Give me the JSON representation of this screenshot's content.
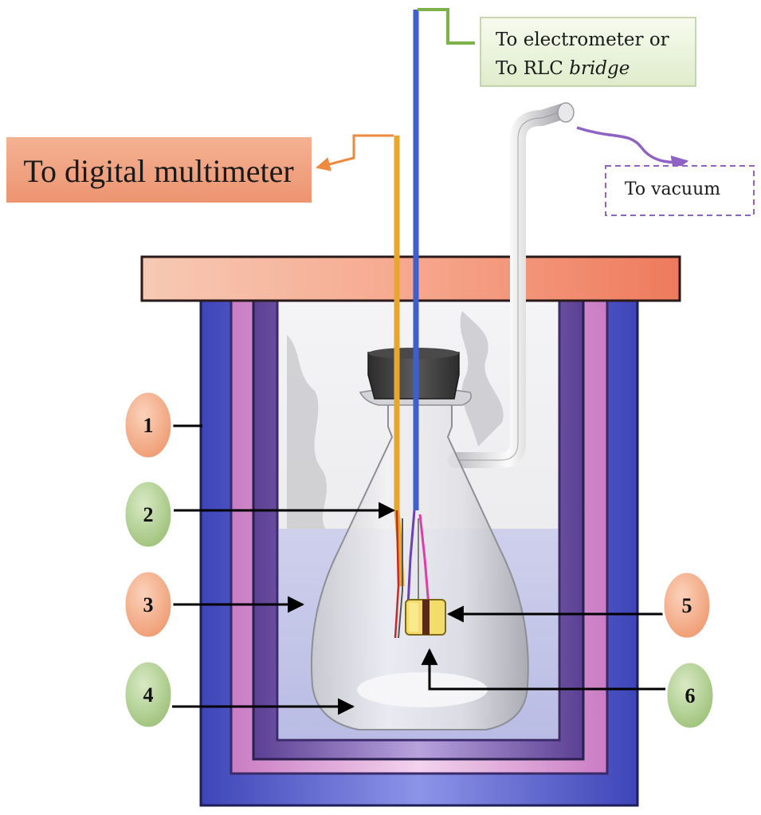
{
  "labels": {
    "electrometer_line1": "To electrometer or",
    "electrometer_line2_prefix": "To RLC ",
    "electrometer_line2_italic": "bridge",
    "multimeter": "To digital multimeter",
    "vacuum": "To vacuum"
  },
  "callouts": [
    {
      "number": "1",
      "color": "#f5b38f"
    },
    {
      "number": "2",
      "color": "#b5cf97"
    },
    {
      "number": "3",
      "color": "#f5b38f"
    },
    {
      "number": "4",
      "color": "#b5cf97"
    },
    {
      "number": "5",
      "color": "#f5b38f"
    },
    {
      "number": "6",
      "color": "#b5cf97"
    }
  ],
  "colors": {
    "lid": "#f08d72",
    "outer_wall": "#5a5fcf",
    "inner_wall": "#d8a2d2",
    "flask_chamber_frame": "#6a4f9f",
    "wire_yellow": "#e8a62c",
    "wire_blue": "#3d5fd0",
    "multimeter_box": "#f0a07a",
    "electrometer_box": "#eef6df",
    "arrow_green": "#7db24a",
    "arrow_orange": "#f0883d",
    "arrow_purple": "#8e63c4"
  }
}
